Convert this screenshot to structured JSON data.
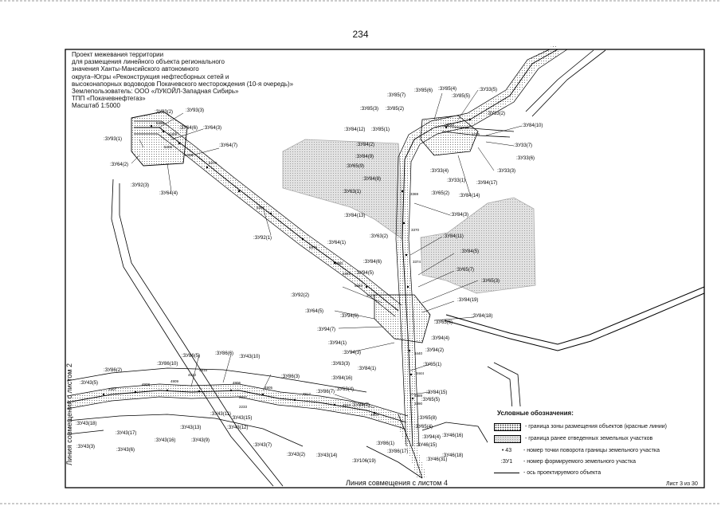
{
  "page_number": "234",
  "title_lines": [
    "Проект межевания территории",
    "для размещения линейного объекта регионального",
    "значения Ханты-Мансийского автономного",
    "округа–Югры «Реконструкция нефтесборных сетей и",
    "высоконапорных водоводов Покачевского месторождения (10-я очередь)»",
    "Землепользователь: ООО «ЛУКОЙЛ-Западная Сибирь»",
    "ТПП «Покачевнефтегаз»",
    "Масштаб 1:5000"
  ],
  "legend": {
    "heading": "Условные обозначения:",
    "items": [
      {
        "symbol": "",
        "text": "- граница зоны размещения объектов (красные линии)"
      },
      {
        "symbol": "",
        "text": "- граница ранее отведенных земельных участков"
      },
      {
        "symbol": "• 43",
        "text": "- номер точки поворота границы земельного участка"
      },
      {
        "symbol": ":ЗУ1",
        "text": "- номер формируемого земельного участка"
      },
      {
        "symbol": "",
        "text": "- ось проектируемого объекта"
      }
    ]
  },
  "sheet_left_label": "Линия совмещения с листом 2",
  "sheet_bottom_label": "Линия совмещения с листом 4",
  "sheet_count": "Лист 3 из 30",
  "map_labels": [
    ":ЗУ93(2)",
    ":ЗУ93(3)",
    ":ЗУ64(6)",
    ":ЗУ64(3)",
    ":ЗУ93(1)",
    ":ЗУ64(7)",
    ":ЗУ64(2)",
    ":ЗУ92(3)",
    ":ЗУ64(4)",
    ":ЗУ92(1)",
    ":ЗУ85(7)",
    ":ЗУ85(6)",
    ":ЗУ85(4)",
    ":ЗУ85(5)",
    ":ЗУ33(5)",
    ":ЗУ85(3)",
    ":ЗУ85(2)",
    ":ЗУ33(2)",
    ":ЗУ84(12)",
    ":ЗУ85(1)",
    ":ЗУ84(10)",
    ":ЗУ84(2)",
    ":ЗУ33(7)",
    ":ЗУ84(9)",
    ":ЗУ33(6)",
    ":ЗУ65(9)",
    ":ЗУ33(4)",
    ":ЗУ33(3)",
    ":ЗУ84(8)",
    ":ЗУ33(1)",
    ":ЗУ84(17)",
    ":ЗУ63(1)",
    ":ЗУ65(2)",
    ":ЗУ84(14)",
    ":ЗУ84(13)",
    ":ЗУ84(3)",
    ":ЗУ63(2)",
    ":ЗУ84(11)",
    ":ЗУ64(1)",
    ":ЗУ84(5)",
    ":ЗУ84(6)",
    ":ЗУ65(7)",
    ":ЗУ94(5)",
    ":ЗУ65(3)",
    ":ЗУ92(2)",
    ":ЗУ84(19)",
    ":ЗУ64(5)",
    ":ЗУ94(6)",
    ":ЗУ84(18)",
    ":ЗУ65(6)",
    ":ЗУ94(7)",
    ":ЗУ94(4)",
    ":ЗУ94(1)",
    ":ЗУ94(2)",
    ":ЗУ94(3)",
    ":ЗУ86(5)",
    ":ЗУ86(6)",
    ":ЗУ43(10)",
    ":ЗУ86(10)",
    ":ЗУ63(3)",
    ":ЗУ65(1)",
    ":ЗУ86(2)",
    ":ЗУ84(1)",
    ":ЗУ86(3)",
    ":ЗУ84(16)",
    ":ЗУ43(5)",
    ":ЗУ63(4)",
    ":ЗУ84(15)",
    ":ЗУ86(7)",
    ":ЗУ65(5)",
    ":ЗУ43(18)",
    ":ЗУ43(11)",
    ":ЗУ84(7)",
    ":ЗУ65(8)",
    ":ЗУ43(15)",
    ":ЗУ65(4)",
    ":ЗУ43(17)",
    ":ЗУ43(13)",
    ":ЗУ43(12)",
    ":ЗУ94(4)",
    ":ЗУ46(16)",
    ":ЗУ43(16)",
    ":ЗУ43(9)",
    ":ЗУ43(3)",
    ":ЗУ43(6)",
    ":ЗУ43(7)",
    ":ЗУ86(1)",
    ":ЗУ43(2)",
    ":ЗУ43(14)",
    ":ЗУ86(17)",
    ":ЗУ106(19)",
    ":ЗУ46(15)",
    ":ЗУ46(18)",
    ":ЗУ46(31)"
  ],
  "point_numbers": [
    "5372",
    "5408",
    "5409",
    "5406",
    "5377",
    "5386",
    "5378",
    "5387",
    "5379",
    "5380",
    "5381",
    "5382",
    "5383",
    "5384",
    "5385",
    "5391",
    "5392",
    "5388",
    "5389",
    "5390",
    "4915",
    "4910",
    "4909",
    "4908",
    "4907",
    "4906",
    "4912",
    "2232",
    "2233",
    "4905",
    "4913",
    "4904",
    "4903",
    "4914",
    "4911",
    "4916",
    "4917",
    "4918",
    "3388",
    "3389",
    "3390",
    "3391",
    "3392",
    "1733",
    "1734",
    "1735",
    "1736",
    "1737",
    "1738",
    "2232",
    "3369",
    "3370",
    "3374",
    "3425",
    "3440",
    "3444",
    "3446"
  ]
}
